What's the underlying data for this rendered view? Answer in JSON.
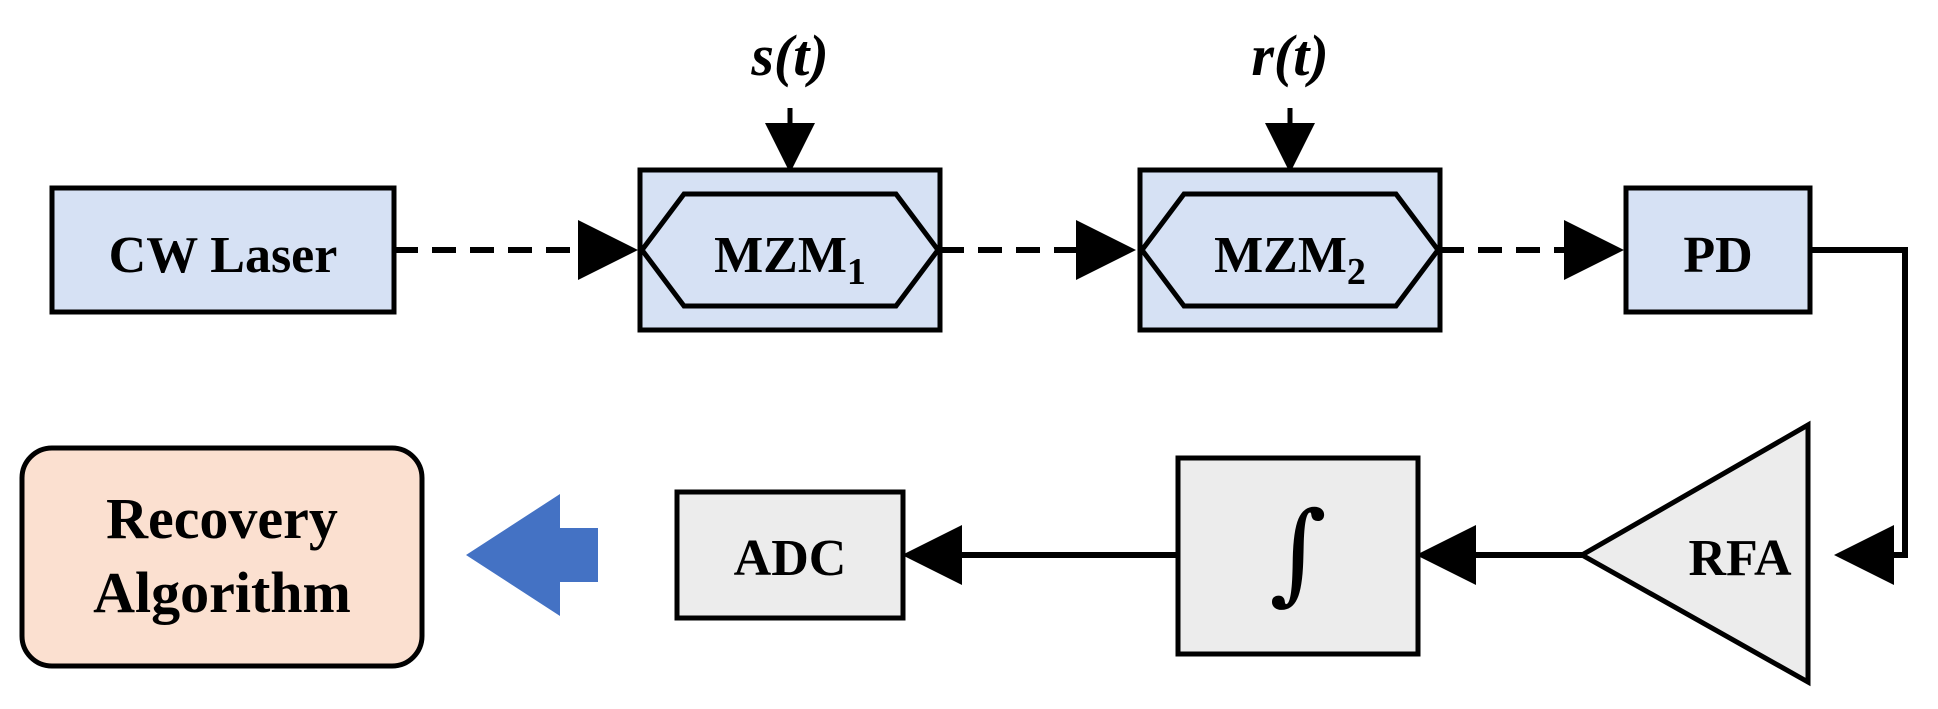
{
  "colors": {
    "optical_fill": "#d6e1f4",
    "electrical_fill": "#ececec",
    "recovery_fill": "#fbe0d0",
    "stroke": "#000000",
    "big_arrow": "#4472c4"
  },
  "blocks": {
    "laser": "CW Laser",
    "mzm1": {
      "name": "MZM",
      "sub": "1"
    },
    "mzm2": {
      "name": "MZM",
      "sub": "2"
    },
    "pd": "PD",
    "rfa": "RFA",
    "integrator_symbol": "∫",
    "adc": "ADC",
    "recovery_line1": "Recovery",
    "recovery_line2": "Algorithm"
  },
  "signals": {
    "s": "s(t)",
    "r": "r(t)"
  }
}
